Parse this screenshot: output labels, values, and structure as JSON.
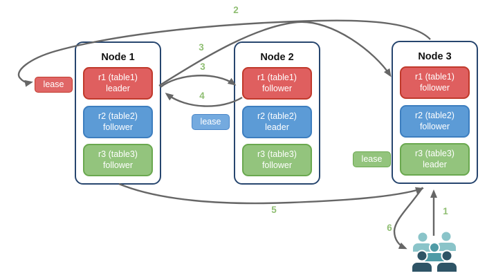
{
  "nodes": [
    {
      "title": "Node 1",
      "replicas": [
        {
          "label": "r1 (table1)",
          "role": "leader",
          "color": "red"
        },
        {
          "label": "r2 (table2)",
          "role": "follower",
          "color": "blue"
        },
        {
          "label": "r3 (table3)",
          "role": "follower",
          "color": "green"
        }
      ]
    },
    {
      "title": "Node 2",
      "replicas": [
        {
          "label": "r1 (table1)",
          "role": "follower",
          "color": "red"
        },
        {
          "label": "r2 (table2)",
          "role": "leader",
          "color": "blue"
        },
        {
          "label": "r3 (table3)",
          "role": "follower",
          "color": "green"
        }
      ]
    },
    {
      "title": "Node 3",
      "replicas": [
        {
          "label": "r1 (table1)",
          "role": "follower",
          "color": "red"
        },
        {
          "label": "r2 (table2)",
          "role": "follower",
          "color": "blue"
        },
        {
          "label": "r3 (table3)",
          "role": "leader",
          "color": "green"
        }
      ]
    }
  ],
  "leases": [
    {
      "label": "lease",
      "color": "red"
    },
    {
      "label": "lease",
      "color": "blue"
    },
    {
      "label": "lease",
      "color": "green"
    }
  ],
  "step_labels": {
    "s1": "1",
    "s2": "2",
    "s3_to_node3": "3",
    "s3_to_node2": "3",
    "s4": "4",
    "s5": "5",
    "s6": "6"
  },
  "icons": {
    "users": "users-group-icon"
  },
  "colors": {
    "replica_red": "#df5f5f",
    "replica_red_border": "#c0392b",
    "replica_blue": "#5c9bd6",
    "replica_blue_border": "#3d7ebf",
    "replica_green": "#93c47d",
    "replica_green_border": "#6aa84f",
    "node_border": "#26456e",
    "arrow_gray": "#666666",
    "step_number_green": "#8fbe72",
    "users_light_teal": "#8ac4c9",
    "users_mid_teal": "#4f9ba6",
    "users_dark_navy": "#2e5466"
  }
}
